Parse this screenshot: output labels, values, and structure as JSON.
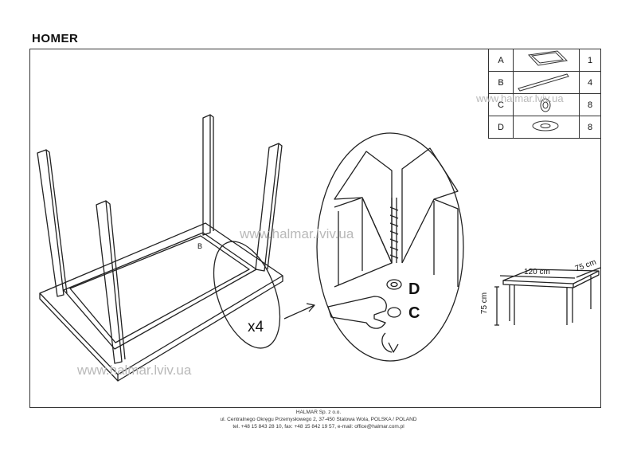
{
  "header": {
    "title": "HOMER"
  },
  "parts": [
    {
      "letter": "A",
      "icon": "tabletop-icon",
      "qty": "1"
    },
    {
      "letter": "B",
      "icon": "rail-icon",
      "qty": "4"
    },
    {
      "letter": "C",
      "icon": "nut-icon",
      "qty": "8"
    },
    {
      "letter": "D",
      "icon": "washer-icon",
      "qty": "8"
    }
  ],
  "drawing": {
    "multiplier": "x4",
    "part_label_b": "B",
    "part_label_d": "D",
    "part_label_c": "C"
  },
  "dimensions": {
    "length": "120 cm",
    "width": "75 cm",
    "height": "75 cm"
  },
  "watermarks": {
    "mid": "www.halmar.lviv.ua",
    "bottom": "www.halmar.lviv.ua",
    "table": "www.halmar.lviv.ua"
  },
  "footer": {
    "company": "HALMAR Sp. z o.o.",
    "address": "ul. Centralnego Okręgu Przemysłowego 2, 37-450 Stalowa Wola, POLSKA / POLAND",
    "contact": "tel. +48 15 843 28 10, fax: +48 15 842 19 57, e-mail: office@halmar.com.pl"
  }
}
